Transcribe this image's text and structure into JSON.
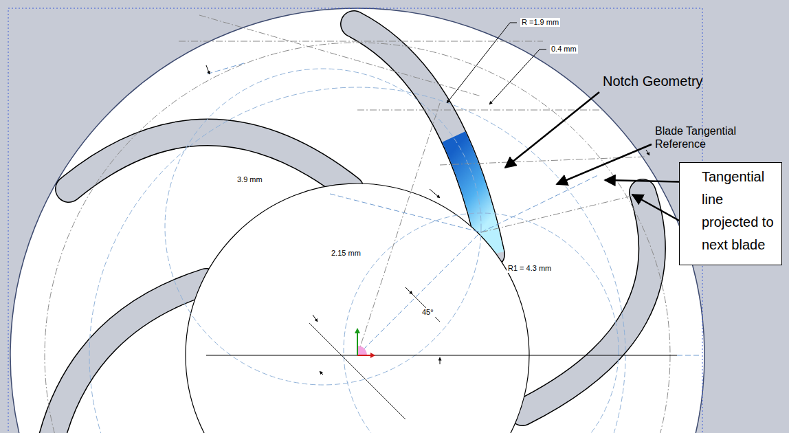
{
  "diagram": {
    "nodes": [
      {
        "text": [
          "Tangential line projected to next blade"
        ]
      }
    ],
    "labels": [
      "R =1.9 mm",
      "0.4 mm",
      "Notch Geometry",
      "Blade Tangential Reference",
      "3.9 mm",
      "2.15 mm",
      "R1 = 4.3 mm",
      "45°"
    ]
  }
}
